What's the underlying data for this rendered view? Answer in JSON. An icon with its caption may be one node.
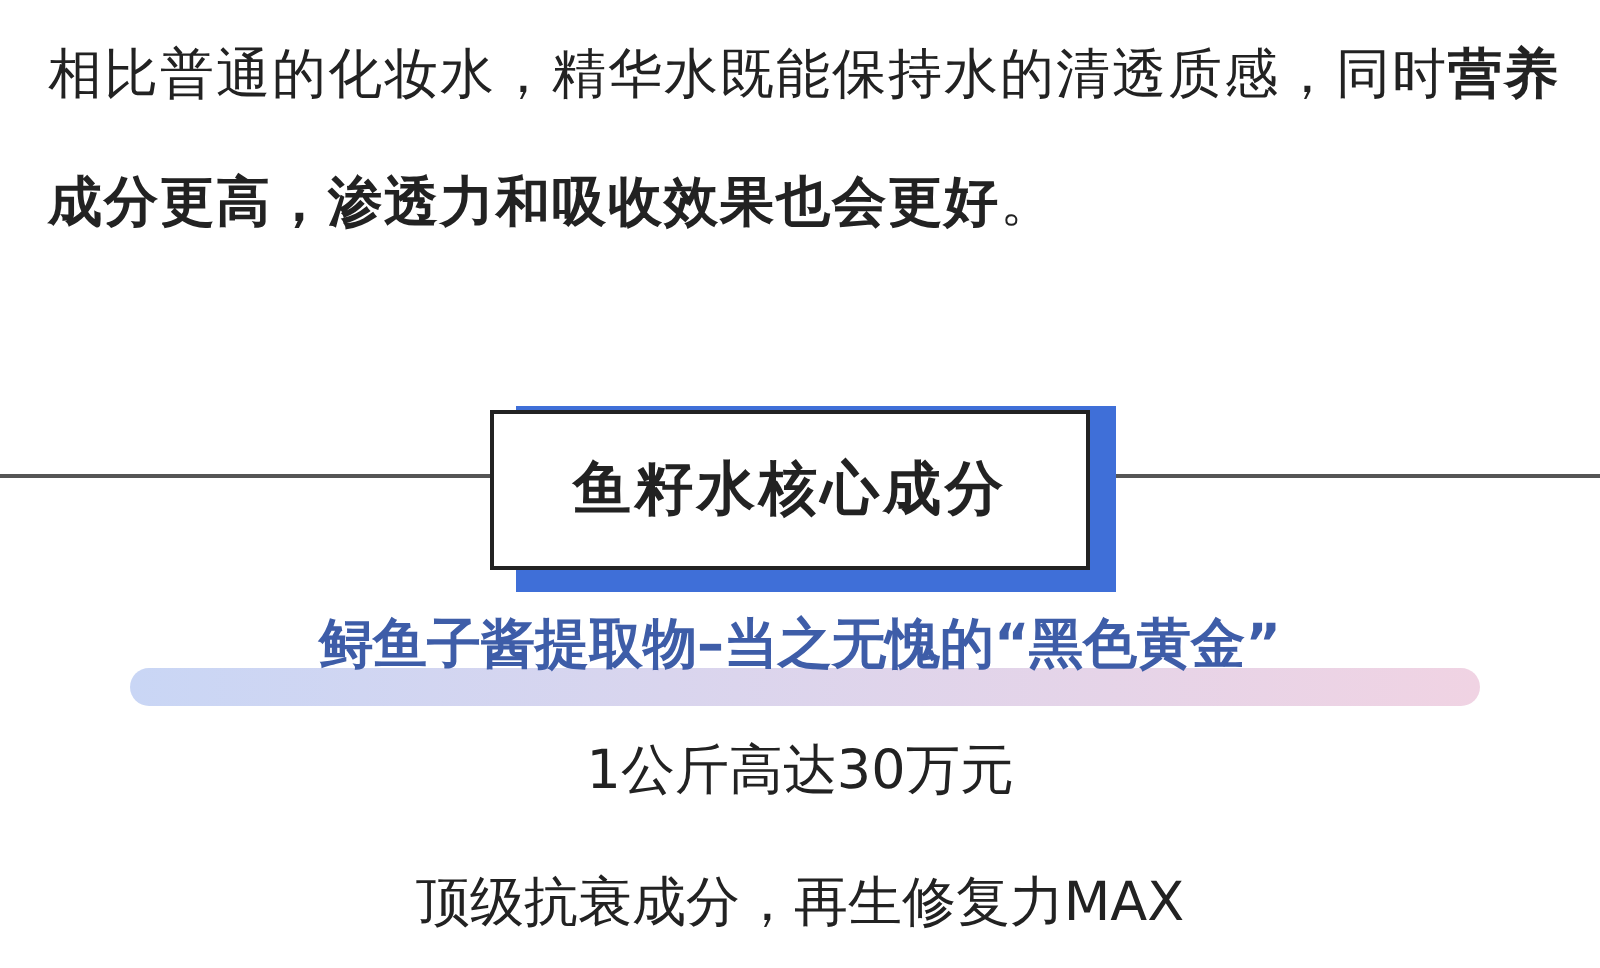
{
  "diagram": {
    "nodes": [
      {
        "text": [
          "鱼籽水核心成分"
        ]
      }
    ],
    "labels": [
      "相比普通的化妆水，精华水既能保持水的清透质感，同时**营养成分更高，渗透力和吸收效果也会更好**。",
      "鲟鱼子酱提取物–当之无愧的“黑色黄金”",
      "1公斤高达30万元",
      "顶级抗衰成分，再生修复力MAX"
    ]
  }
}
